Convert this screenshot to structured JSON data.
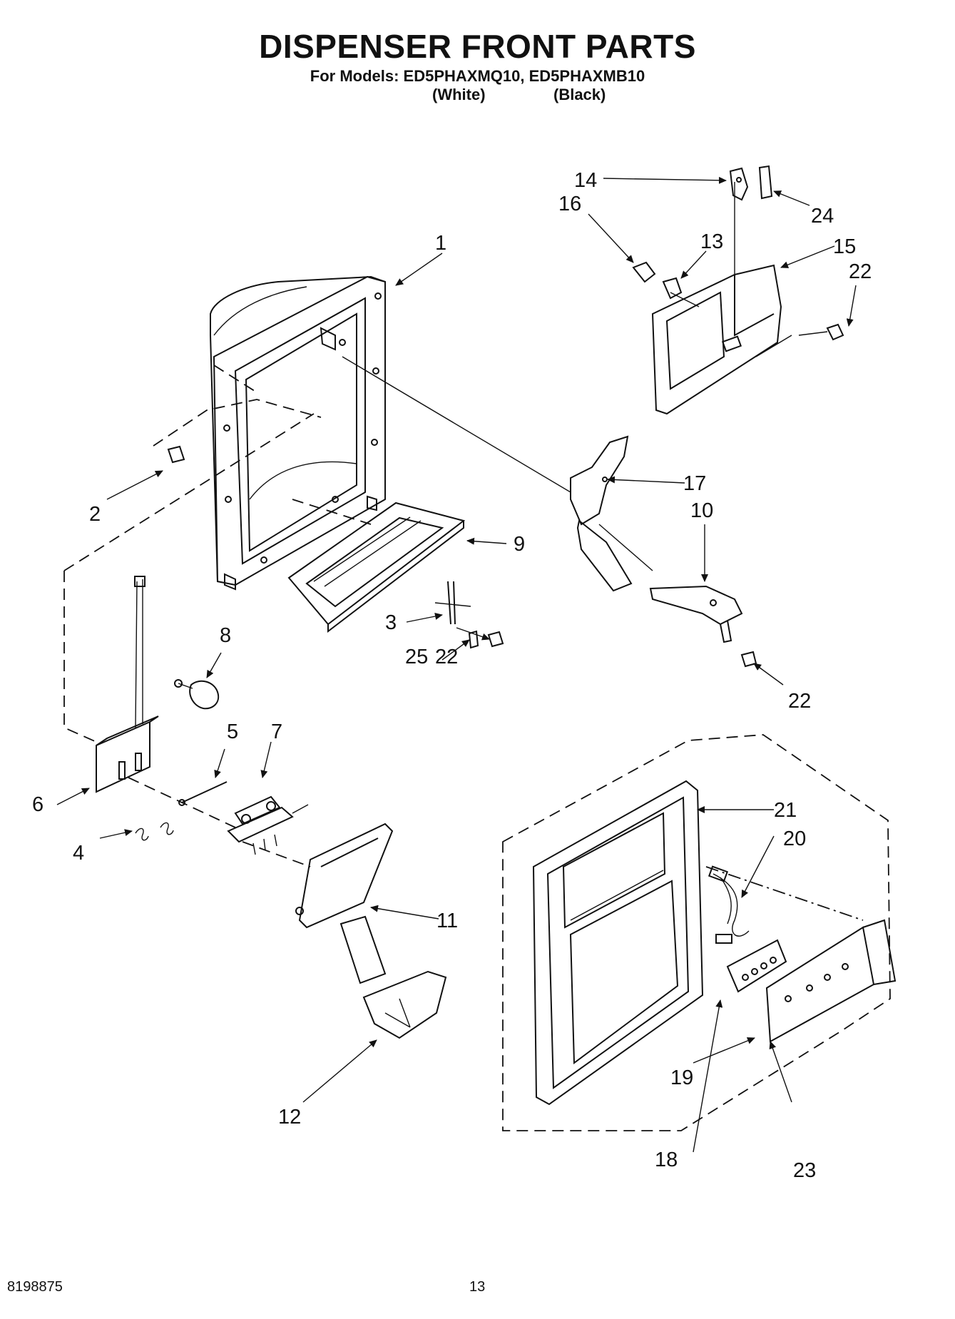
{
  "header": {
    "title": "DISPENSER FRONT PARTS",
    "subtitle": "For Models: ED5PHAXMQ10, ED5PHAXMB10",
    "variant_white": "(White)",
    "variant_black": "(Black)"
  },
  "callouts": {
    "c1": "1",
    "c2": "2",
    "c3": "3",
    "c4": "4",
    "c5": "5",
    "c6": "6",
    "c7": "7",
    "c8": "8",
    "c9": "9",
    "c10": "10",
    "c11": "11",
    "c12": "12",
    "c13": "13",
    "c14": "14",
    "c15": "15",
    "c16": "16",
    "c17": "17",
    "c18": "18",
    "c19": "19",
    "c20": "20",
    "c21": "21",
    "c22a": "22",
    "c22b": "22",
    "c22c": "22",
    "c23": "23",
    "c24": "24",
    "c25": "25"
  },
  "footer": {
    "doc_number": "8198875",
    "page_number": "13"
  }
}
